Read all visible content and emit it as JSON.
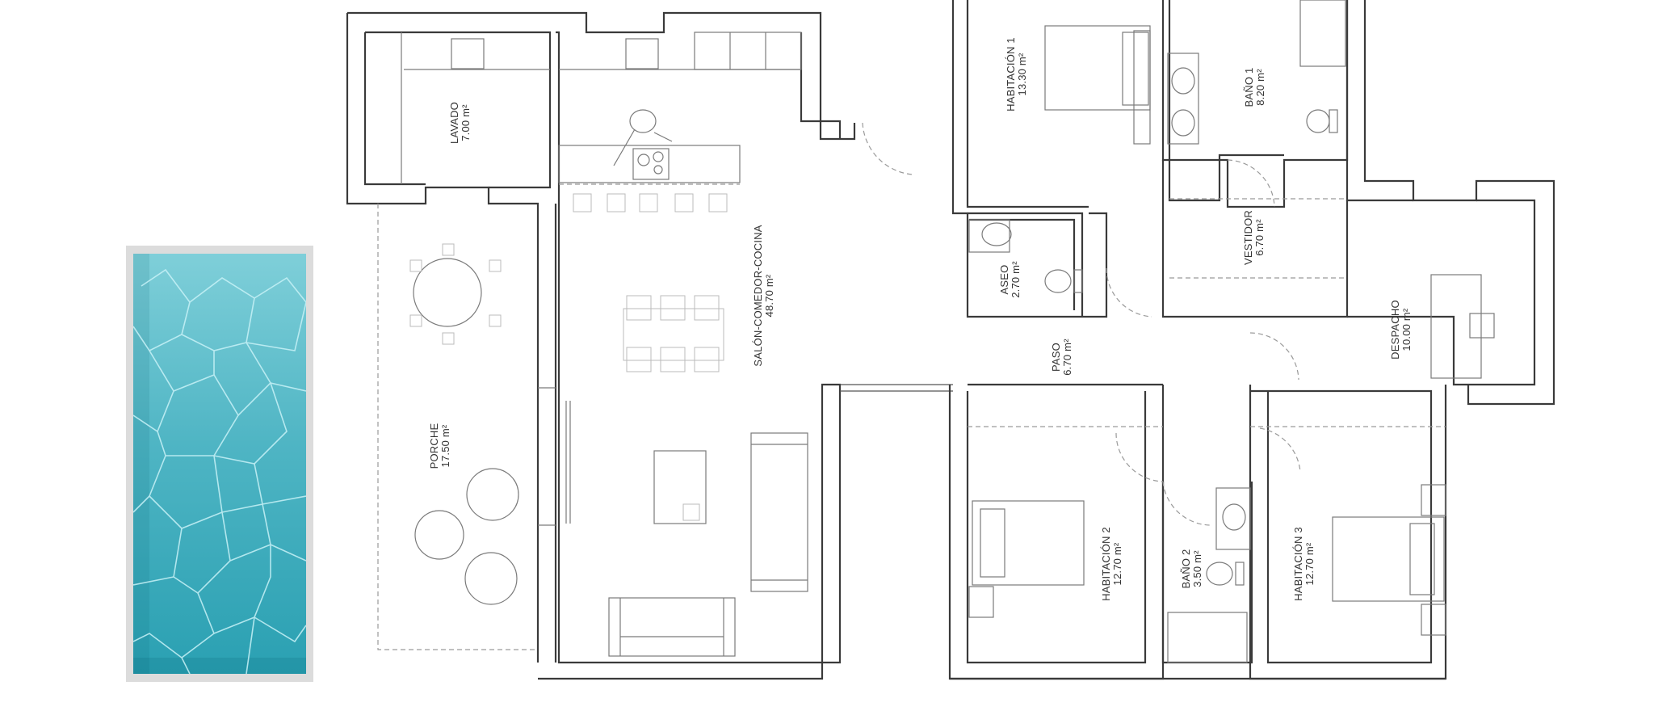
{
  "plan": {
    "type": "floor-plan",
    "colors": {
      "wall": "#3a3a3a",
      "furniture": "#6e6e6e",
      "pool_edge": "#dcdcdc",
      "pool_water_top": "#7fcfd9",
      "pool_water_bottom": "#2aa0b2",
      "caustic": "#c8f2f7"
    },
    "rooms": [
      {
        "id": "lavado",
        "name": "LAVADO",
        "area": "7.00 m²"
      },
      {
        "id": "salon",
        "name": "SALÓN-COMEDOR-COCINA",
        "area": "48.70 m²"
      },
      {
        "id": "porche",
        "name": "PORCHE",
        "area": "17.50 m²"
      },
      {
        "id": "habitacion1",
        "name": "HABITACIÓN 1",
        "area": "13.30 m²"
      },
      {
        "id": "bano1",
        "name": "BAÑO 1",
        "area": "8.20 m²"
      },
      {
        "id": "aseo",
        "name": "ASEO",
        "area": "2.70 m²"
      },
      {
        "id": "vestidor",
        "name": "VESTIDOR",
        "area": "6.70 m²"
      },
      {
        "id": "paso",
        "name": "PASO",
        "area": "6.70 m²"
      },
      {
        "id": "despacho",
        "name": "DESPACHO",
        "area": "10.00 m²"
      },
      {
        "id": "habitacion2",
        "name": "HABITACIÓN 2",
        "area": "12.70 m²"
      },
      {
        "id": "bano2",
        "name": "BAÑO 2",
        "area": "3.50 m²"
      },
      {
        "id": "habitacion3",
        "name": "HABITACIÓN 3",
        "area": "12.70 m²"
      }
    ],
    "features": [
      {
        "id": "pool",
        "name": "pool"
      }
    ]
  }
}
